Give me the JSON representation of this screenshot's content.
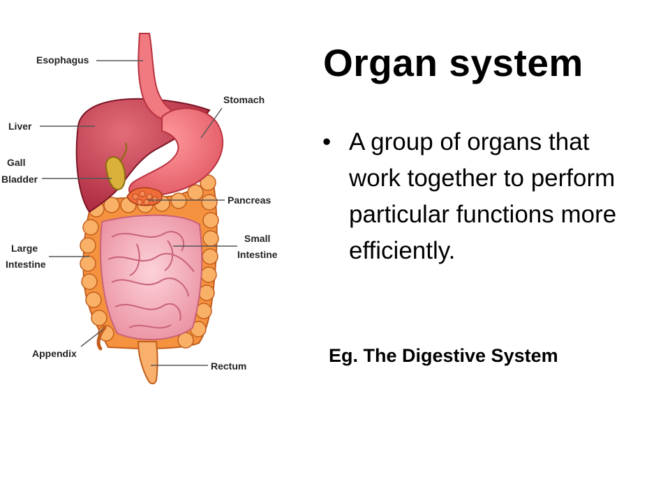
{
  "slide": {
    "title": "Organ system",
    "bullet": "A group of organs that work together to perform particular functions more efficiently.",
    "example": "Eg. The Digestive System"
  },
  "diagram": {
    "labels": {
      "esophagus": "Esophagus",
      "stomach": "Stomach",
      "liver": "Liver",
      "gall_1": "Gall",
      "gall_2": "Bladder",
      "pancreas": "Pancreas",
      "small_1": "Small",
      "small_2": "Intestine",
      "large_1": "Large",
      "large_2": "Intestine",
      "appendix": "Appendix",
      "rectum": "Rectum"
    }
  },
  "colors": {
    "liver": "#c8374a",
    "stomach": "#ec6b72",
    "large_intestine": "#f7a25c",
    "small_intestine": "#f2a8b4",
    "gall_bladder": "#d9b13a",
    "pancreas": "#f06d3a"
  }
}
